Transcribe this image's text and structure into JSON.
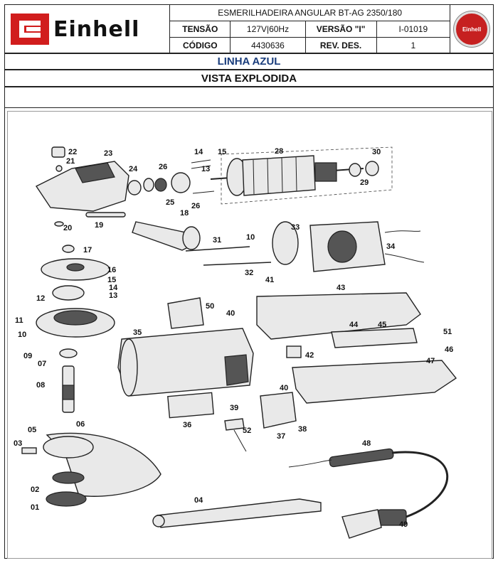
{
  "header": {
    "brand": "Einhell",
    "product": "ESMERILHADEIRA ANGULAR BT-AG 2350/180",
    "tensao_label": "TENSÃO",
    "tensao_value": "127V|60Hz",
    "versao_label": "VERSÃO \"I\"",
    "versao_value": "I-01019",
    "codigo_label": "CÓDIGO",
    "codigo_value": "4430636",
    "revdes_label": "REV. DES.",
    "revdes_value": "1",
    "seal_text": "Einhell"
  },
  "line_title": "LINHA AZUL",
  "view_title": "VISTA EXPLODIDA",
  "part_numbers": [
    "22",
    "23",
    "21",
    "24",
    "26",
    "25",
    "26",
    "14",
    "15",
    "13",
    "28",
    "30",
    "29",
    "18",
    "19",
    "20",
    "17",
    "31",
    "10",
    "33",
    "34",
    "32",
    "16",
    "15",
    "14",
    "13",
    "12",
    "41",
    "43",
    "11",
    "50",
    "40",
    "10",
    "35",
    "44",
    "45",
    "51",
    "46",
    "09",
    "07",
    "42",
    "47",
    "08",
    "40",
    "39",
    "38",
    "37",
    "36",
    "52",
    "06",
    "05",
    "03",
    "48",
    "02",
    "01",
    "04",
    "49"
  ]
}
